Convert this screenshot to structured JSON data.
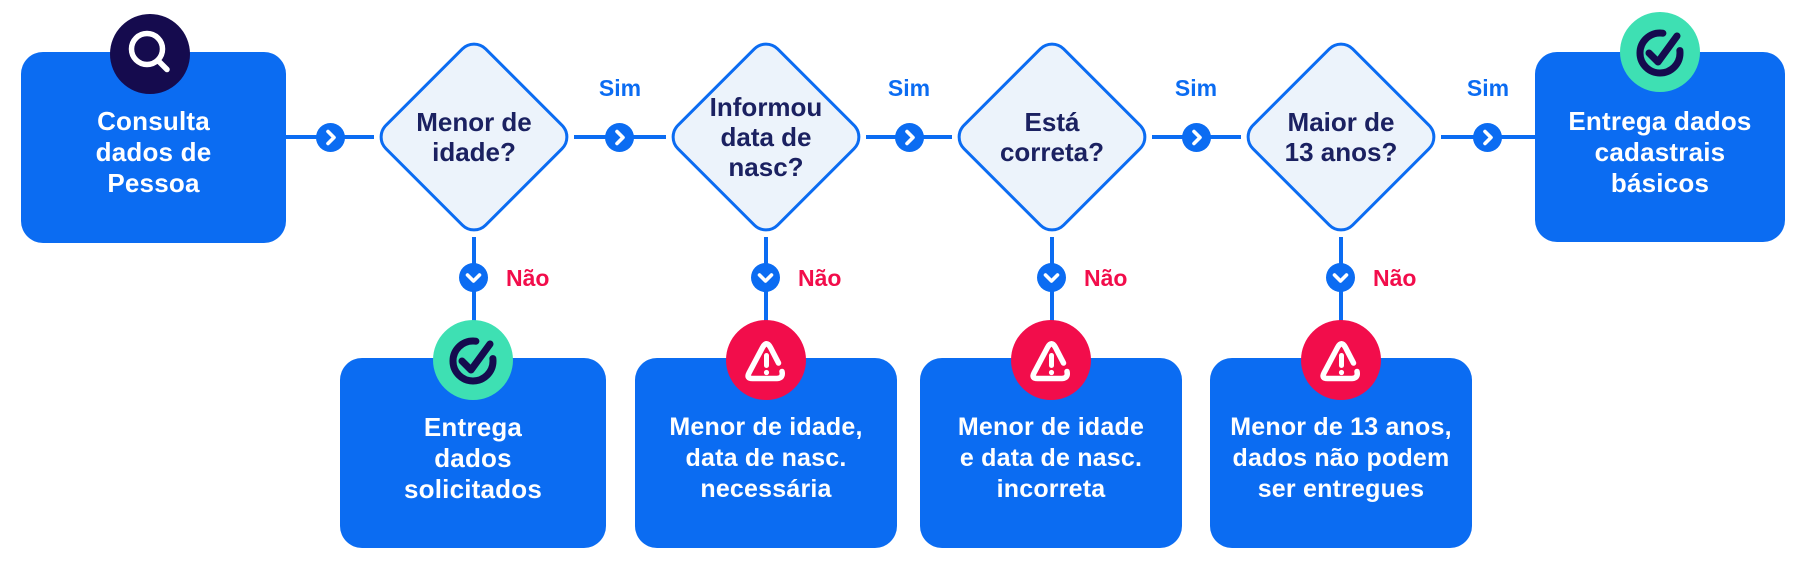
{
  "labels": {
    "yes": "Sim",
    "no": "Não"
  },
  "start": {
    "label": "Consulta dados de Pessoa",
    "lines": [
      "Consulta",
      "dados de",
      "Pessoa"
    ],
    "icon": "search-icon"
  },
  "decisions": [
    {
      "label": "Menor de idade?",
      "lines": [
        "Menor de",
        "idade?"
      ]
    },
    {
      "label": "Informou data de nasc?",
      "lines": [
        "Informou",
        "data de",
        "nasc?"
      ]
    },
    {
      "label": "Está correta?",
      "lines": [
        "Está",
        "correta?"
      ]
    },
    {
      "label": "Maior de 13 anos?",
      "lines": [
        "Maior de",
        "13 anos?"
      ]
    }
  ],
  "end": {
    "label": "Entrega dados cadastrais básicos",
    "lines": [
      "Entrega dados",
      "cadastrais",
      "básicos"
    ],
    "icon": "check-circle-icon"
  },
  "outcomes": [
    {
      "label": "Entrega dados solicitados",
      "lines": [
        "Entrega",
        "dados",
        "solicitados"
      ],
      "icon": "check-circle-icon"
    },
    {
      "label": "Menor de idade, data de nasc. necessária",
      "lines": [
        "Menor de idade,",
        "data de nasc.",
        "necessária"
      ],
      "icon": "warning-icon"
    },
    {
      "label": "Menor de idade e data de nasc. incorreta",
      "lines": [
        "Menor de idade",
        "e data de nasc.",
        "incorreta"
      ],
      "icon": "warning-icon"
    },
    {
      "label": "Menor de 13 anos, dados não podem ser entregues",
      "lines": [
        "Menor de 13 anos,",
        "dados não podem",
        "ser entregues"
      ],
      "icon": "warning-icon"
    }
  ],
  "colors": {
    "blue": "#0b6cf2",
    "diamond_fill": "#ecf3fb",
    "navy_text": "#1b2161",
    "dark_circle": "#150b4e",
    "mint": "#3ee0b3",
    "red": "#f20d4b",
    "text_on_blue": "#ffffff"
  }
}
